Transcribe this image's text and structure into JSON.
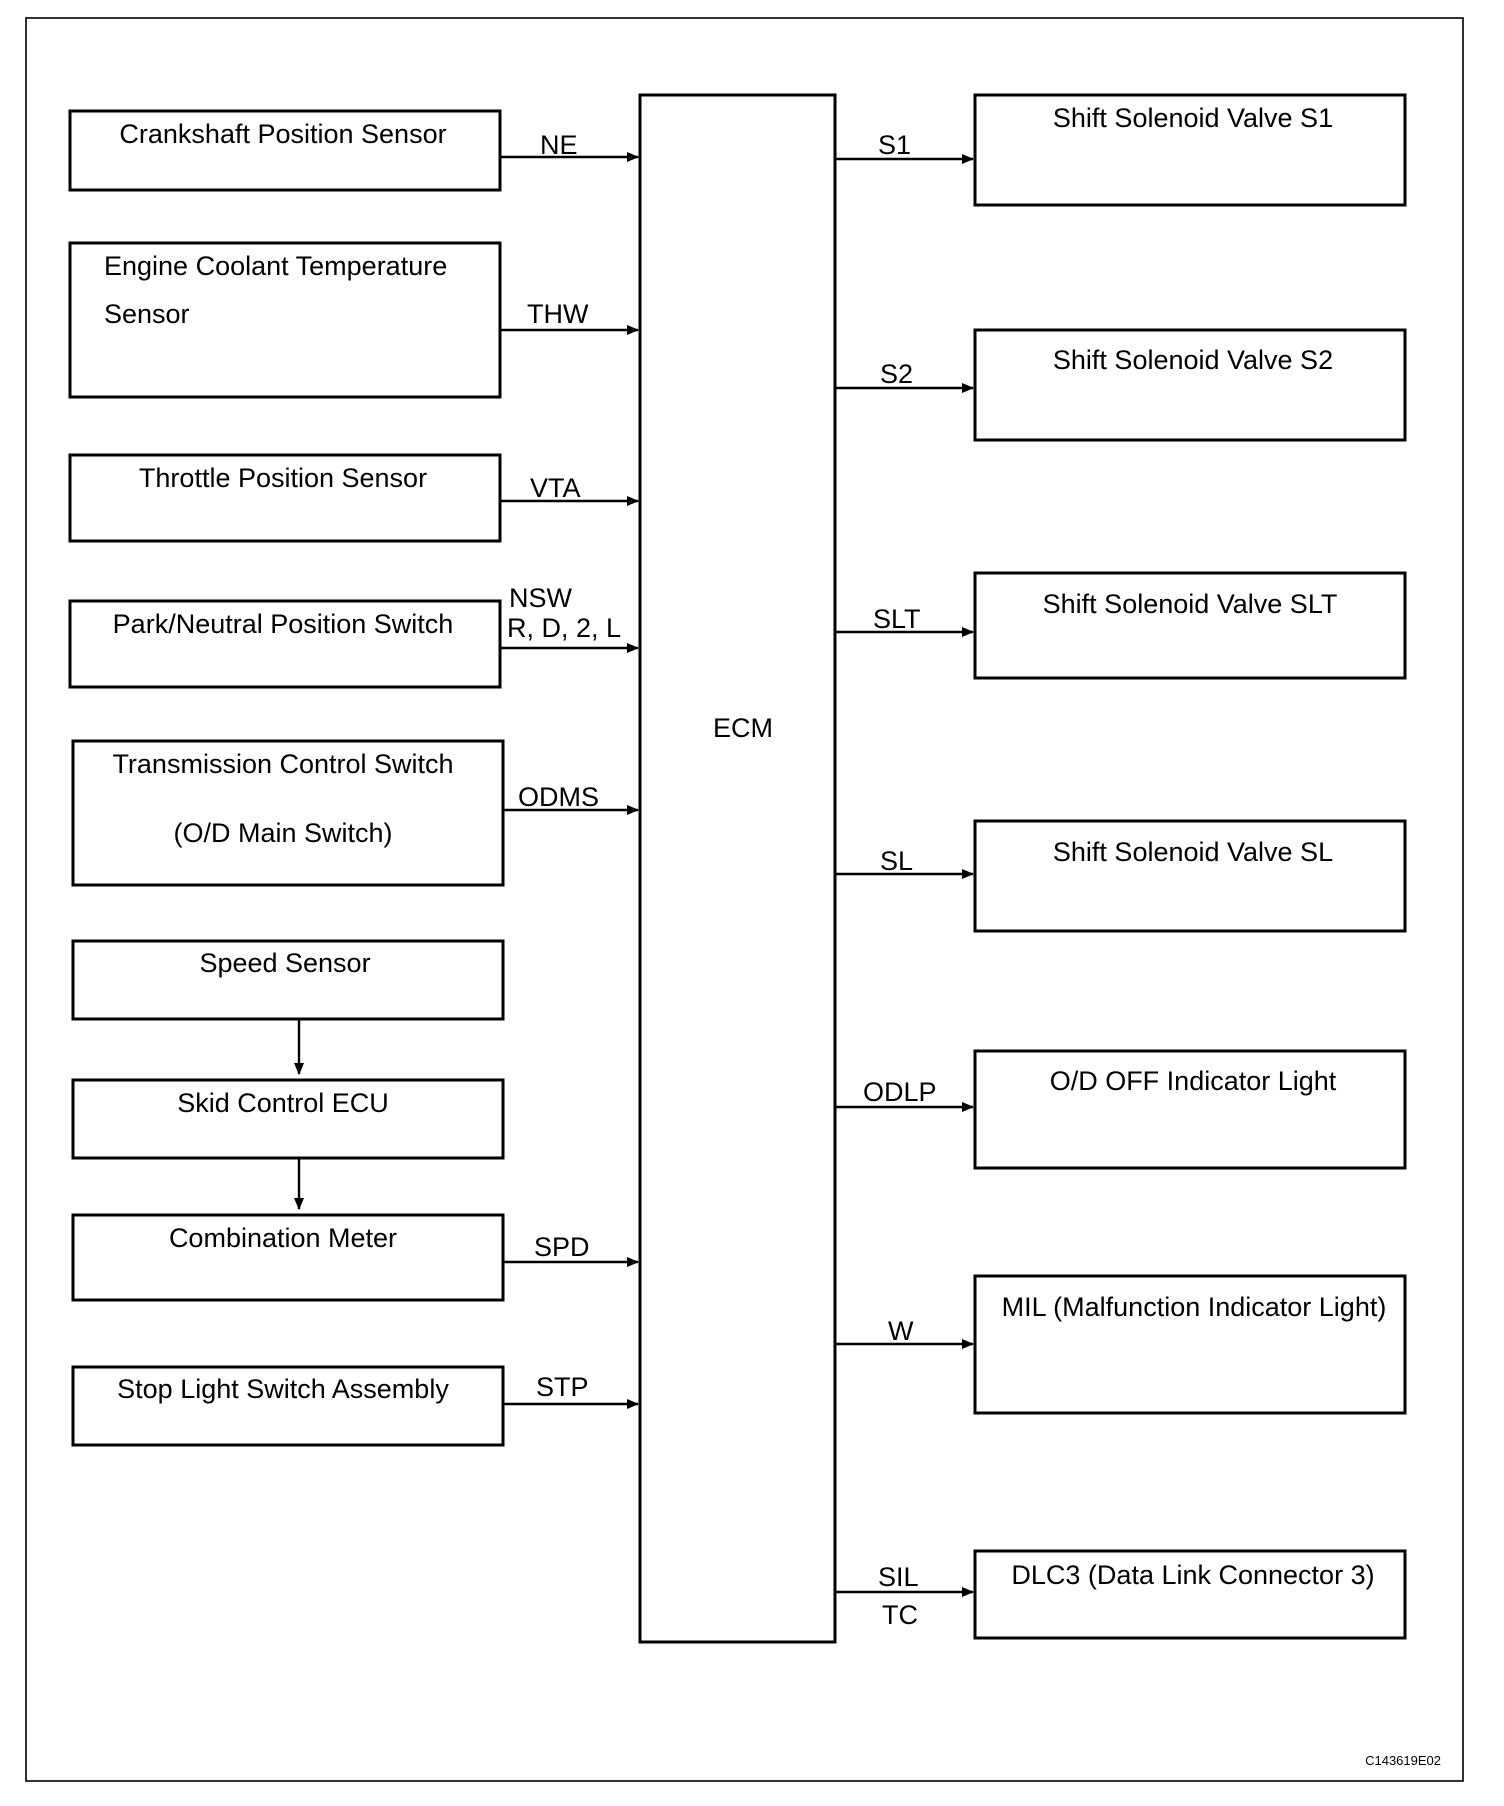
{
  "figure_code": "C143619E02",
  "ecm": {
    "label": "ECM"
  },
  "inputs": [
    {
      "id": "crankshaft",
      "lines": [
        "Crankshaft Position Sensor"
      ],
      "signal_lines": [
        "NE"
      ]
    },
    {
      "id": "coolant",
      "lines": [
        "Engine Coolant Temperature",
        "Sensor"
      ],
      "signal_lines": [
        "THW"
      ]
    },
    {
      "id": "throttle",
      "lines": [
        "Throttle Position Sensor"
      ],
      "signal_lines": [
        "VTA"
      ]
    },
    {
      "id": "park-neutral",
      "lines": [
        "Park/Neutral Position Switch"
      ],
      "signal_lines": [
        "NSW",
        "R, D, 2, L"
      ]
    },
    {
      "id": "transmission-control",
      "lines": [
        "Transmission Control Switch",
        "(O/D Main Switch)"
      ],
      "signal_lines": [
        "ODMS"
      ]
    },
    {
      "id": "speed-sensor",
      "lines": [
        "Speed Sensor"
      ],
      "signal_lines": []
    },
    {
      "id": "skid-control",
      "lines": [
        "Skid Control ECU"
      ],
      "signal_lines": []
    },
    {
      "id": "combination-meter",
      "lines": [
        "Combination Meter"
      ],
      "signal_lines": [
        "SPD"
      ]
    },
    {
      "id": "stop-light",
      "lines": [
        "Stop Light Switch Assembly"
      ],
      "signal_lines": [
        "STP"
      ]
    }
  ],
  "outputs": [
    {
      "id": "s1",
      "label": "Shift Solenoid Valve S1",
      "signal_lines": [
        "S1"
      ]
    },
    {
      "id": "s2",
      "label": "Shift Solenoid Valve S2",
      "signal_lines": [
        "S2"
      ]
    },
    {
      "id": "slt",
      "label": "Shift Solenoid Valve SLT",
      "signal_lines": [
        "SLT"
      ]
    },
    {
      "id": "sl",
      "label": "Shift Solenoid Valve SL",
      "signal_lines": [
        "SL"
      ]
    },
    {
      "id": "odlp",
      "label": "O/D OFF Indicator Light",
      "signal_lines": [
        "ODLP"
      ]
    },
    {
      "id": "mil",
      "label": "MIL (Malfunction Indicator Light)",
      "signal_lines": [
        "W"
      ]
    },
    {
      "id": "dlc3",
      "label": "DLC3 (Data Link Connector 3)",
      "signal_lines": [
        "SIL",
        "TC"
      ]
    }
  ]
}
